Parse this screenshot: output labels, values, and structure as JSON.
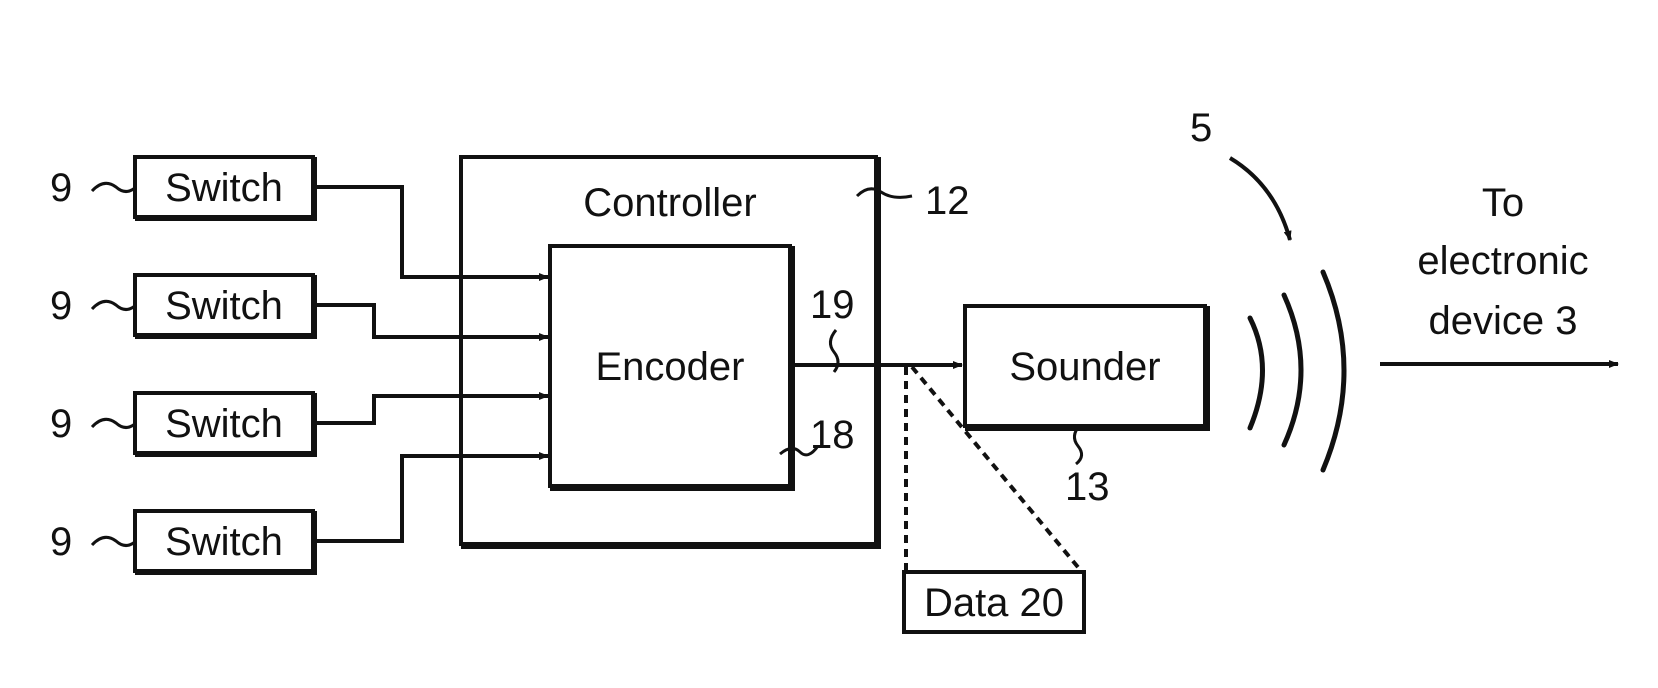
{
  "switches": [
    {
      "label": "Switch",
      "ref": "9"
    },
    {
      "label": "Switch",
      "ref": "9"
    },
    {
      "label": "Switch",
      "ref": "9"
    },
    {
      "label": "Switch",
      "ref": "9"
    }
  ],
  "controller": {
    "label": "Controller",
    "ref": "12"
  },
  "encoder": {
    "label": "Encoder",
    "ref": "18",
    "output_ref": "19"
  },
  "sounder": {
    "label": "Sounder",
    "ref": "13"
  },
  "data": {
    "label": "Data 20"
  },
  "sound_wave": {
    "ref": "5"
  },
  "destination": {
    "lines": [
      "To",
      "electronic",
      "device 3"
    ]
  }
}
